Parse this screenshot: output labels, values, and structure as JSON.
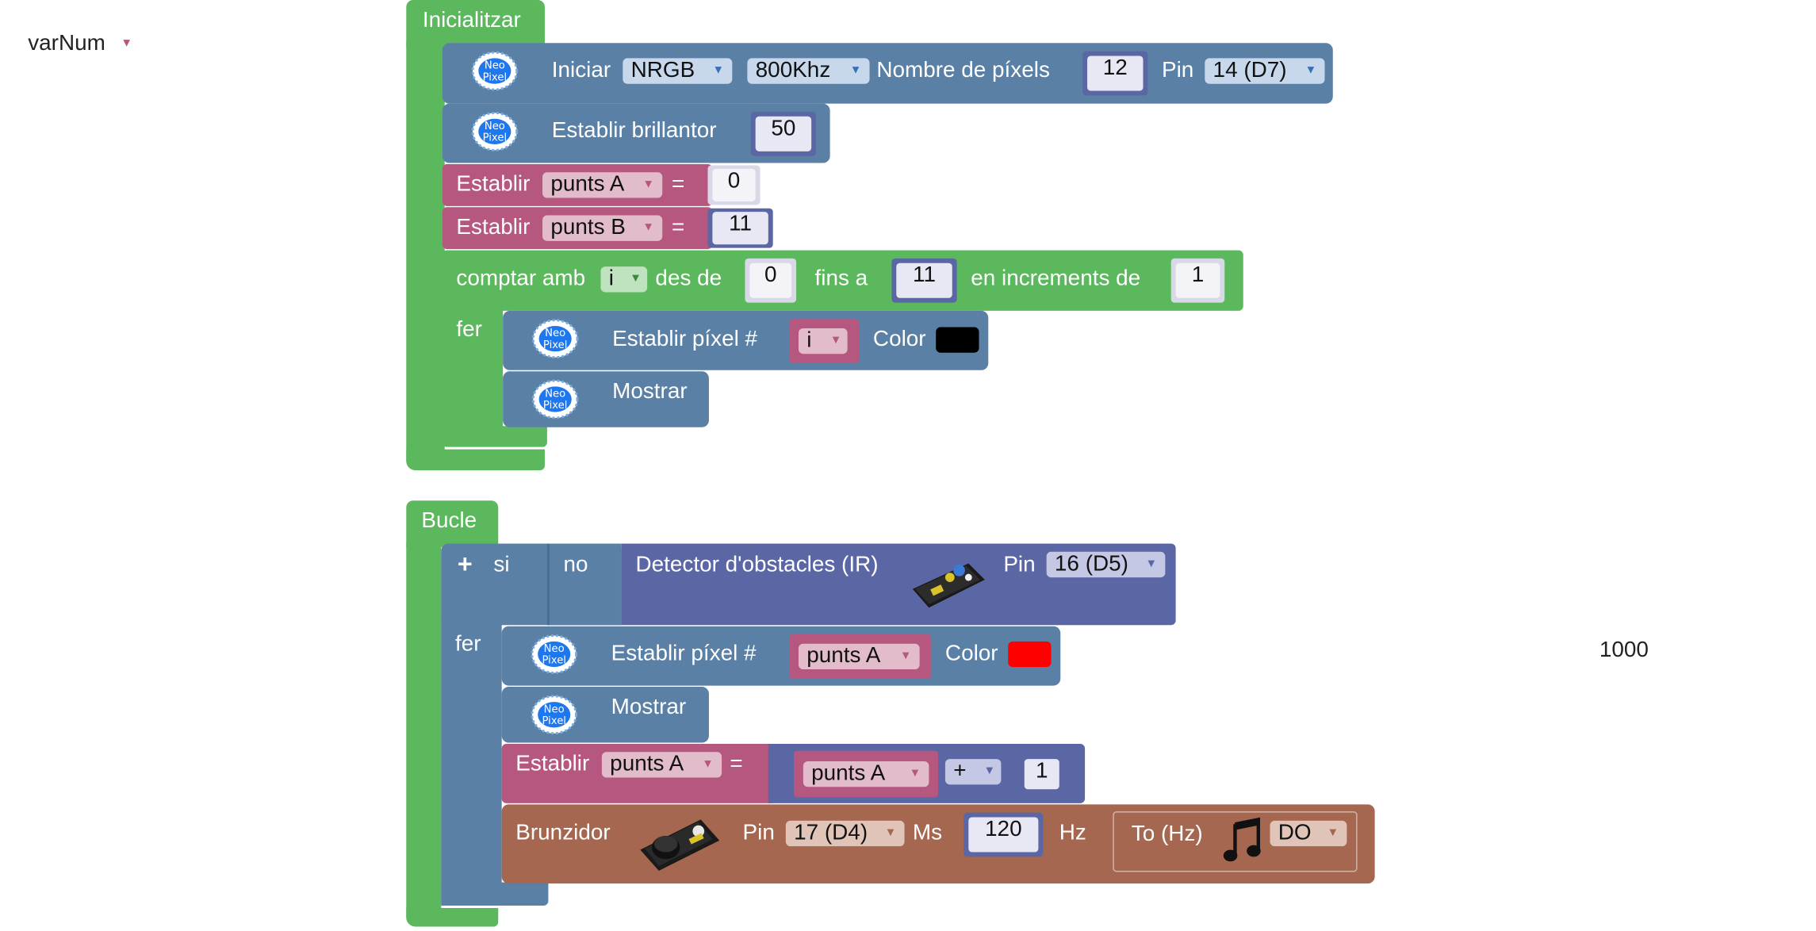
{
  "top_left": {
    "variable": "varNum"
  },
  "side_value": "1000",
  "colors": {
    "green": "#5cb85c",
    "blue": "#5b80a5",
    "pink": "#b5577f",
    "indigo": "#5b67a5",
    "brown": "#a5674f",
    "black_swatch": "#000000",
    "red_swatch": "#ff0000"
  },
  "init": {
    "hat": "Inicialitzar",
    "iniciar": {
      "label": "Iniciar",
      "type": "NRGB",
      "freq": "800Khz",
      "count_label": "Nombre de píxels",
      "count": "12",
      "pin_label": "Pin",
      "pin": "14 (D7)"
    },
    "brillantor": {
      "label": "Establir brillantor",
      "value": "50"
    },
    "setA": {
      "label": "Establir",
      "var": "punts A",
      "eq": "=",
      "value": "0"
    },
    "setB": {
      "label": "Establir",
      "var": "punts B",
      "eq": "=",
      "value": "11"
    },
    "loop": {
      "label": "comptar amb",
      "var": "i",
      "from_label": "des de",
      "from": "0",
      "to_label": "fins a",
      "to": "11",
      "step_label": "en increments de",
      "step": "1",
      "do": "fer"
    },
    "pixel": {
      "label": "Establir píxel #",
      "index": "i",
      "color_label": "Color"
    },
    "show": "Mostrar"
  },
  "loop_block": {
    "hat": "Bucle",
    "if": {
      "plus": "+",
      "label": "si",
      "not": "no",
      "sensor": "Detector d'obstacles (IR)",
      "pin_label": "Pin",
      "pin": "16 (D5)",
      "do": "fer"
    },
    "pixel": {
      "label": "Establir píxel #",
      "index": "punts A",
      "color_label": "Color"
    },
    "show": "Mostrar",
    "setA": {
      "label": "Establir",
      "var": "punts A",
      "eq": "=",
      "operand": "punts A",
      "op": "+",
      "value": "1"
    },
    "buzzer": {
      "label": "Brunzidor",
      "pin_label": "Pin",
      "pin": "17 (D4)",
      "ms_label": "Ms",
      "ms": "120",
      "hz_label": "Hz",
      "tone_label": "To (Hz)",
      "note": "DO"
    }
  },
  "neopixel_icon": {
    "line1": "Neo",
    "line2": "Pixel"
  }
}
